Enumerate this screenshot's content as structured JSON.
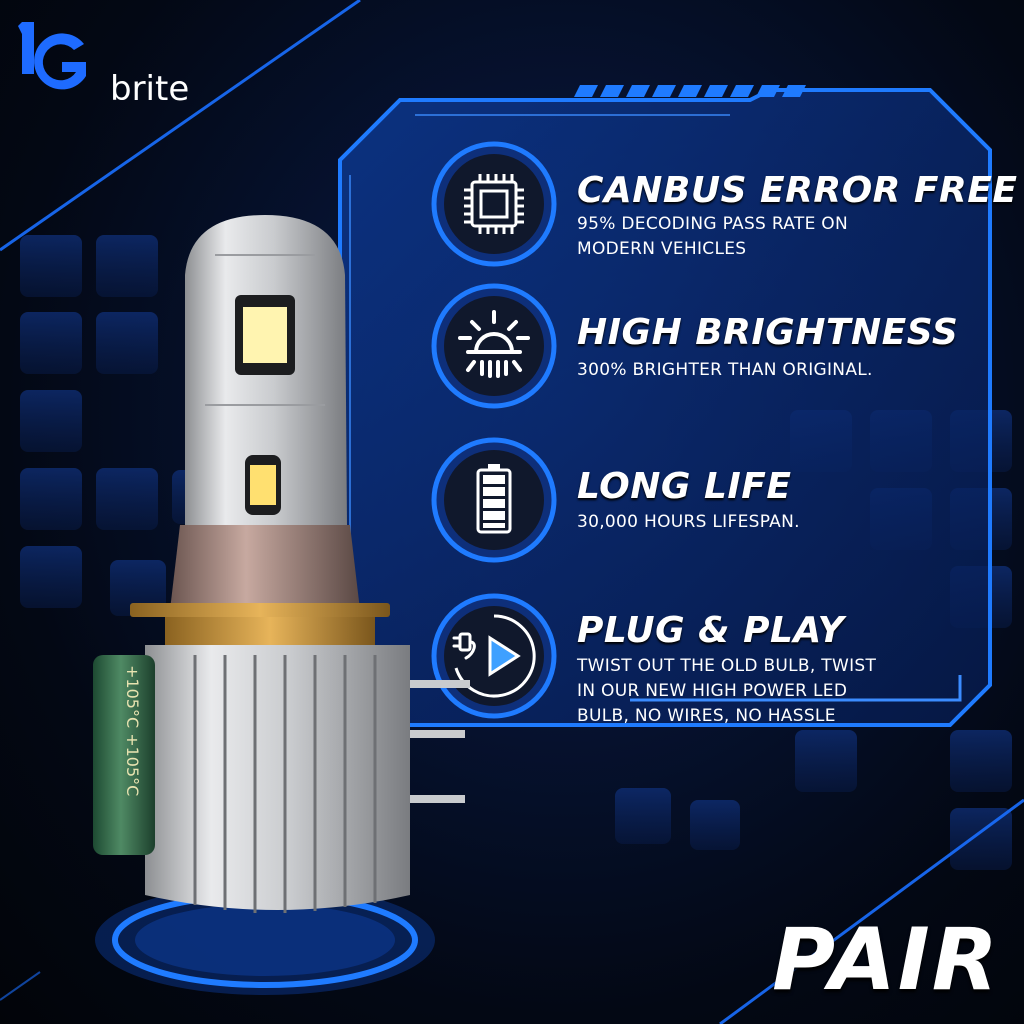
{
  "brand": {
    "logo_mark": "bG",
    "name": "brite",
    "accent_color": "#1e6bff"
  },
  "features": [
    {
      "icon": "chip-icon",
      "title": "CANBUS ERROR FREE",
      "description": "95% DECODING PASS RATE ON\nMODERN VEHICLES"
    },
    {
      "icon": "sun-icon",
      "title": "HIGH BRIGHTNESS",
      "description": "300% BRIGHTER THAN ORIGINAL."
    },
    {
      "icon": "battery-icon",
      "title": "LONG LIFE",
      "description": "30,000 HOURS LIFESPAN."
    },
    {
      "icon": "plug-play-icon",
      "title": "PLUG & PLAY",
      "description": "TWIST OUT THE OLD BULB, TWIST\nIN OUR NEW HIGH POWER LED\nBULB, NO WIRES, NO HASSLE"
    }
  ],
  "product": {
    "capacitor_label": "+105°C +105°C"
  },
  "badge": {
    "label": "PAIR"
  },
  "colors": {
    "background": "#050b1c",
    "panel": "#0b2a70",
    "neon": "#1a73ff",
    "text": "#ffffff"
  }
}
